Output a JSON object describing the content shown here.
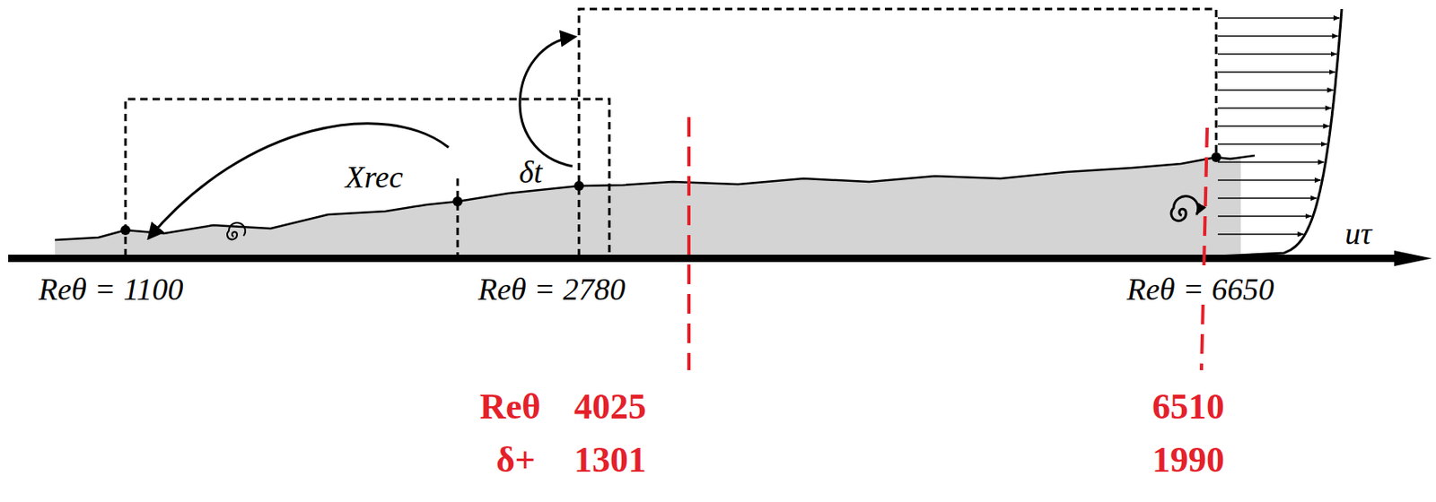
{
  "diagram": {
    "labels": [
      "Xrec",
      "δt",
      "Reθ = 1100",
      "Reθ = 2780",
      "Reθ = 6650",
      "uτ",
      "Reθ",
      "4025",
      "6510",
      "δ+",
      "1301",
      "1990"
    ]
  }
}
